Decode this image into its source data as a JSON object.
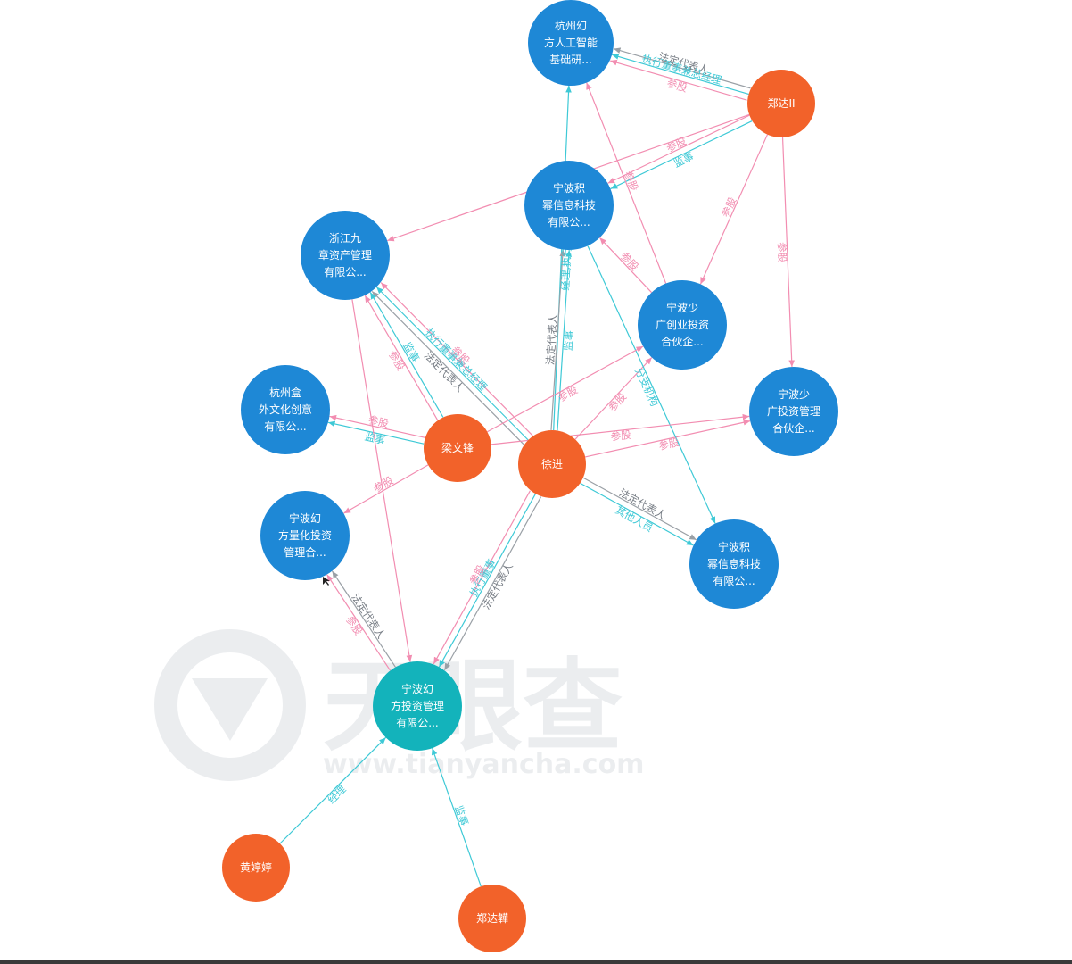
{
  "watermark": {
    "brand": "天眼查",
    "url": "www.tianyancha.com"
  },
  "colors": {
    "company": "#1e88d6",
    "focus_company": "#13b3bb",
    "person": "#f2622a",
    "shareholding": "#f28db1",
    "position": "#3ec9d6",
    "legal_rep": "#9aa0a6"
  },
  "nodes": [
    {
      "id": "hf_ai",
      "type": "company",
      "lines": [
        "杭州幻",
        "方人工智能",
        "基础研..."
      ]
    },
    {
      "id": "zhengda",
      "type": "person",
      "lines": [
        "郑达II"
      ]
    },
    {
      "id": "nb_jm1",
      "type": "company",
      "lines": [
        "宁波积",
        "幂信息科技",
        "有限公..."
      ]
    },
    {
      "id": "zj_jz",
      "type": "company",
      "lines": [
        "浙江九",
        "章资产管理",
        "有限公..."
      ]
    },
    {
      "id": "nb_sg_cy",
      "type": "company",
      "lines": [
        "宁波少",
        "广创业投资",
        "合伙企..."
      ]
    },
    {
      "id": "hz_hw",
      "type": "company",
      "lines": [
        "杭州盒",
        "外文化创意",
        "有限公..."
      ]
    },
    {
      "id": "nb_sg_tz",
      "type": "company",
      "lines": [
        "宁波少",
        "广投资管理",
        "合伙企..."
      ]
    },
    {
      "id": "liangwenfeng",
      "type": "person",
      "lines": [
        "梁文锋"
      ]
    },
    {
      "id": "xujin",
      "type": "person",
      "lines": [
        "徐进"
      ]
    },
    {
      "id": "nb_lh",
      "type": "company",
      "lines": [
        "宁波幻",
        "方量化投资",
        "管理合..."
      ]
    },
    {
      "id": "nb_jm2",
      "type": "company",
      "lines": [
        "宁波积",
        "幂信息科技",
        "有限公..."
      ]
    },
    {
      "id": "nb_hf",
      "type": "focus_company",
      "lines": [
        "宁波幻",
        "方投资管理",
        "有限公..."
      ]
    },
    {
      "id": "huangtingting",
      "type": "person",
      "lines": [
        "黄婷婷"
      ]
    },
    {
      "id": "zhengdasun",
      "type": "person",
      "lines": [
        "郑达韡"
      ]
    }
  ],
  "edges": [
    {
      "from": "zhengda",
      "to": "hf_ai",
      "kind": "shareholding",
      "label": "参股"
    },
    {
      "from": "zhengda",
      "to": "hf_ai",
      "kind": "position",
      "label": "执行董事兼总经理"
    },
    {
      "from": "zhengda",
      "to": "hf_ai",
      "kind": "legal_rep",
      "label": "法定代表人"
    },
    {
      "from": "zhengda",
      "to": "nb_jm1",
      "kind": "position",
      "label": "监事"
    },
    {
      "from": "zhengda",
      "to": "nb_jm1",
      "kind": "shareholding",
      "label": "参股"
    },
    {
      "from": "zhengda",
      "to": "zj_jz",
      "kind": "shareholding",
      "label": ""
    },
    {
      "from": "zhengda",
      "to": "nb_sg_cy",
      "kind": "shareholding",
      "label": "参股"
    },
    {
      "from": "zhengda",
      "to": "nb_sg_tz",
      "kind": "shareholding",
      "label": "参股"
    },
    {
      "from": "nb_sg_cy",
      "to": "hf_ai",
      "kind": "shareholding",
      "label": "参股"
    },
    {
      "from": "nb_sg_cy",
      "to": "nb_jm1",
      "kind": "shareholding",
      "label": "参股"
    },
    {
      "from": "xujin",
      "to": "hf_ai",
      "kind": "position",
      "label": "经理,执行董事"
    },
    {
      "from": "xujin",
      "to": "nb_jm1",
      "kind": "legal_rep",
      "label": "法定代表人"
    },
    {
      "from": "xujin",
      "to": "nb_jm1",
      "kind": "position",
      "label": "监事"
    },
    {
      "from": "xujin",
      "to": "zj_jz",
      "kind": "legal_rep",
      "label": "法定代表人"
    },
    {
      "from": "xujin",
      "to": "zj_jz",
      "kind": "position",
      "label": "执行董事兼总经理"
    },
    {
      "from": "xujin",
      "to": "zj_jz",
      "kind": "shareholding",
      "label": "参股"
    },
    {
      "from": "xujin",
      "to": "nb_sg_cy",
      "kind": "shareholding",
      "label": "参股"
    },
    {
      "from": "xujin",
      "to": "nb_sg_tz",
      "kind": "shareholding",
      "label": "参股"
    },
    {
      "from": "xujin",
      "to": "nb_jm2",
      "kind": "legal_rep",
      "label": "法定代表人"
    },
    {
      "from": "xujin",
      "to": "nb_jm2",
      "kind": "position",
      "label": "其他人员"
    },
    {
      "from": "xujin",
      "to": "nb_hf",
      "kind": "legal_rep",
      "label": "法定代表人"
    },
    {
      "from": "xujin",
      "to": "nb_hf",
      "kind": "position",
      "label": "执行董事"
    },
    {
      "from": "xujin",
      "to": "nb_hf",
      "kind": "shareholding",
      "label": "参股"
    },
    {
      "from": "nb_jm1",
      "to": "nb_jm2",
      "kind": "position",
      "label": "分支机构"
    },
    {
      "from": "liangwenfeng",
      "to": "zj_jz",
      "kind": "shareholding",
      "label": "参股"
    },
    {
      "from": "liangwenfeng",
      "to": "zj_jz",
      "kind": "position",
      "label": "监事"
    },
    {
      "from": "liangwenfeng",
      "to": "hz_hw",
      "kind": "position",
      "label": "监事"
    },
    {
      "from": "liangwenfeng",
      "to": "hz_hw",
      "kind": "shareholding",
      "label": "参股"
    },
    {
      "from": "liangwenfeng",
      "to": "nb_lh",
      "kind": "shareholding",
      "label": "参股"
    },
    {
      "from": "liangwenfeng",
      "to": "nb_sg_cy",
      "kind": "shareholding",
      "label": "参股"
    },
    {
      "from": "liangwenfeng",
      "to": "nb_sg_tz",
      "kind": "shareholding",
      "label": "参股"
    },
    {
      "from": "zj_jz",
      "to": "nb_hf",
      "kind": "shareholding",
      "label": ""
    },
    {
      "from": "nb_hf",
      "to": "nb_lh",
      "kind": "shareholding",
      "label": "参股"
    },
    {
      "from": "nb_hf",
      "to": "nb_lh",
      "kind": "legal_rep",
      "label": "法定代表人"
    },
    {
      "from": "huangtingting",
      "to": "nb_hf",
      "kind": "position",
      "label": "经理"
    },
    {
      "from": "zhengdasun",
      "to": "nb_hf",
      "kind": "position",
      "label": "监事"
    }
  ]
}
